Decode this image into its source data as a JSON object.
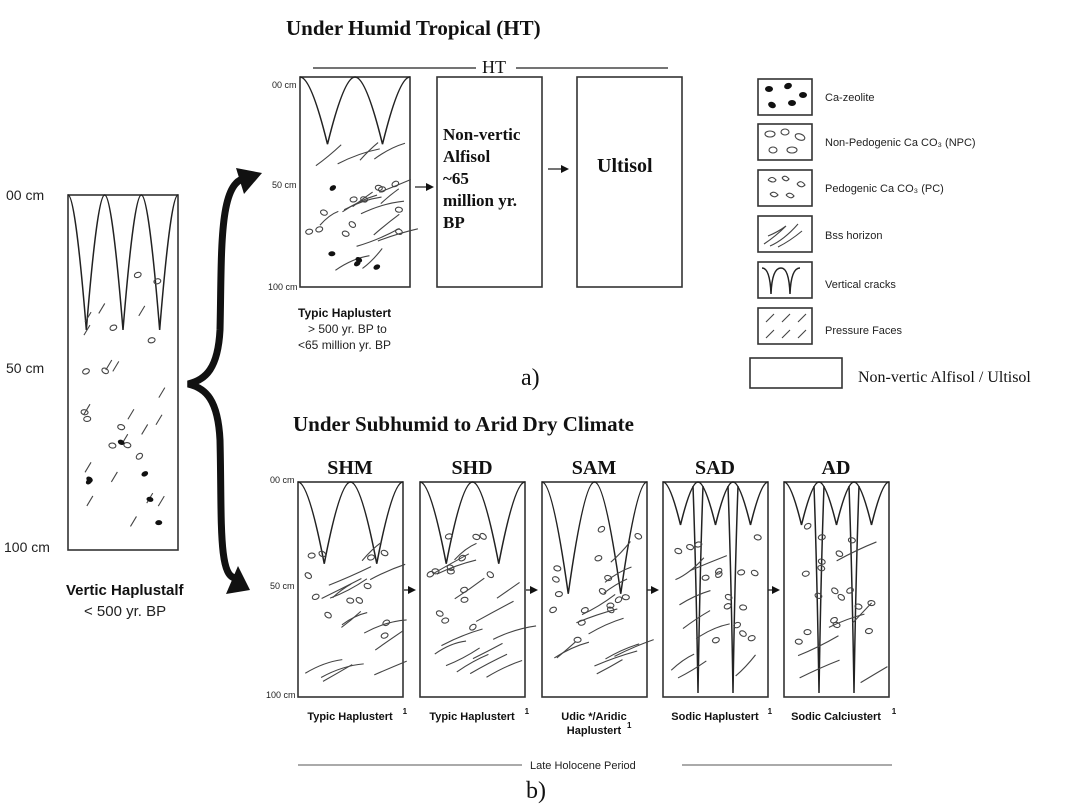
{
  "section_a": {
    "title": "Under Humid Tropical (HT)",
    "ht_label": "HT",
    "depth_labels": [
      "00 cm",
      "50 cm",
      "100 cm"
    ],
    "profile_name": "Typic Haplustert",
    "profile_age_line1": "> 500 yr. BP to",
    "profile_age_line2": "<65 million yr. BP",
    "alfisol_lines": [
      "Non-vertic",
      "Alfisol",
      "~65",
      "million yr.",
      "BP"
    ],
    "ultisol_label": "Ultisol",
    "panel_label": "a)"
  },
  "source_profile": {
    "depth_labels": [
      "00 cm",
      "50 cm",
      "100 cm"
    ],
    "name": "Vertic Haplustalf",
    "age": "< 500 yr. BP"
  },
  "legend": {
    "items": [
      {
        "label": "Ca-zeolite",
        "icon": "ca-zeolite-symbol"
      },
      {
        "label": "Non-Pedogenic Ca CO₃ (NPC)",
        "icon": "npc-symbol"
      },
      {
        "label": "Pedogenic Ca CO₃ (PC)",
        "icon": "pc-symbol"
      },
      {
        "label": "Bss horizon",
        "icon": "bss-symbol"
      },
      {
        "label": "Vertical cracks",
        "icon": "vertical-cracks-symbol"
      },
      {
        "label": "Pressure Faces",
        "icon": "pressure-faces-symbol"
      },
      {
        "label": "Non-vertic Alfisol / Ultisol",
        "icon": "empty-box-symbol"
      }
    ]
  },
  "section_b": {
    "title": "Under Subhumid to Arid Dry Climate",
    "depth_labels": [
      "00 cm",
      "50 cm",
      "100 cm"
    ],
    "columns": [
      {
        "code": "SHM",
        "name": "Typic Haplustert",
        "sup": "1",
        "name2": ""
      },
      {
        "code": "SHD",
        "name": "Typic Haplustert",
        "sup": "1",
        "name2": ""
      },
      {
        "code": "SAM",
        "name": "Udic */Aridic",
        "sup": "1",
        "name2": "Haplustert"
      },
      {
        "code": "SAD",
        "name": "Sodic Haplustert",
        "sup": "1",
        "name2": ""
      },
      {
        "code": "AD",
        "name": "Sodic Calciustert",
        "sup": "1",
        "name2": ""
      }
    ],
    "period_label": "Late Holocene Period",
    "panel_label": "b)"
  }
}
